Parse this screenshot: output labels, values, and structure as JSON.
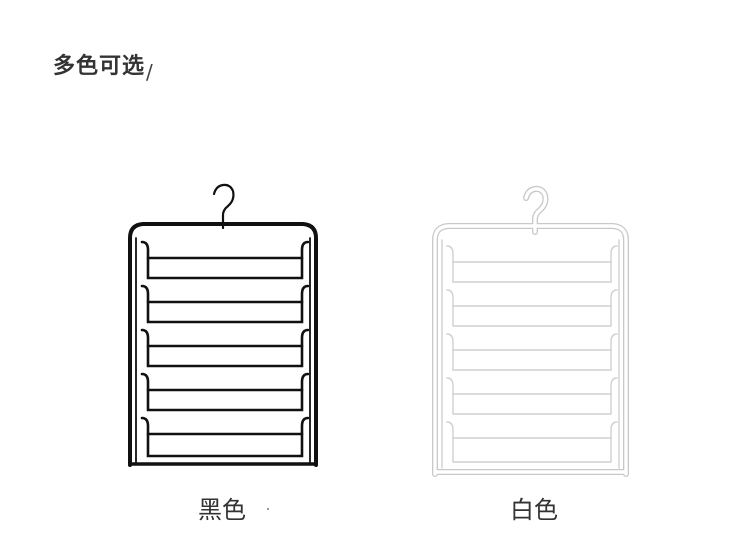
{
  "heading": {
    "text": "多色可选",
    "slash": "/"
  },
  "products": [
    {
      "label": "黑色",
      "color": "#111111"
    },
    {
      "label": "白色",
      "color": "#ffffff",
      "outline": "#cccccc"
    }
  ]
}
